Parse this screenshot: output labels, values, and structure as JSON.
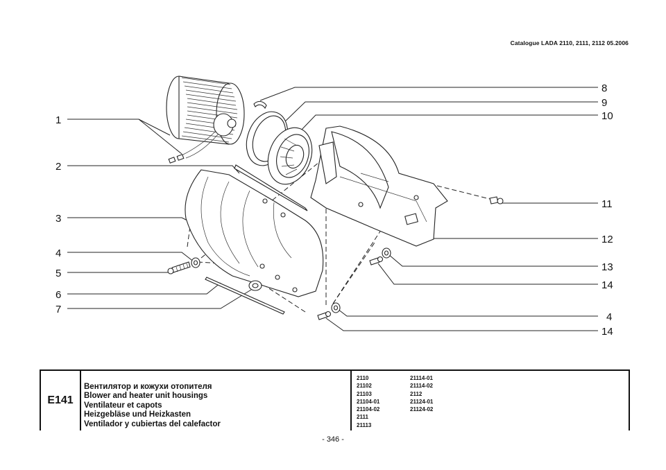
{
  "catalogue_header": "Catalogue LADA 2110, 2111, 2112  05.2006",
  "callouts": {
    "left": [
      "1",
      "2",
      "3",
      "4",
      "5",
      "6",
      "7"
    ],
    "right": [
      "8",
      "9",
      "10",
      "11",
      "12",
      "13",
      "14",
      "4",
      "14"
    ]
  },
  "table": {
    "code": "E141",
    "titles": [
      "Вентилятор и кожухи отопителя",
      "Blower and heater unit housings",
      "Ventilateur et capots",
      "Heizgebläse und Heizkasten",
      "Ventilador y cubiertas del calefactor"
    ],
    "models_col1": [
      "2110",
      "21102",
      "21103",
      "21104-01",
      "21104-02",
      "2111",
      "21113"
    ],
    "models_col2": [
      "21114-01",
      "21114-02",
      "2112",
      "21124-01",
      "21124-02"
    ]
  },
  "page_number": "- 346 -"
}
